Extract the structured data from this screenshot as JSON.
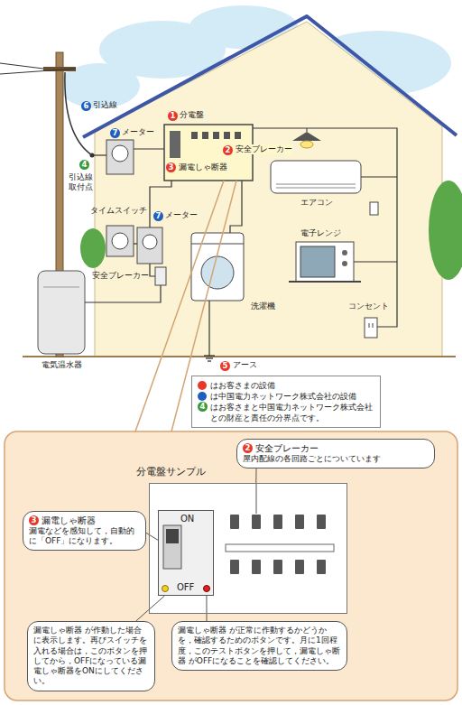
{
  "diagram": {
    "nodes": [
      {
        "text": [
          "分電盤サンプル"
        ]
      },
      {
        "text": [
          "ON",
          "OFF"
        ],
        "in": 0
      },
      {
        "text": [
          "2",
          "安全ブレーカー",
          "屋内配線の各回路ごとについています"
        ]
      },
      {
        "text": [
          "3",
          "漏電しゃ断器",
          "漏電などを感知して，自動的に「OFF」になります。"
        ]
      },
      {
        "text": [
          "漏電しゃ断器 が作動した場合に表示します。再びスイッチを入れる場合は，このボタンを押してから，OFFになっている漏電しゃ断器をONにしてください。"
        ]
      },
      {
        "text": [
          "漏電しゃ断器 が正常に作動するかどうかを，確認するためのボタンです。月に1回程度，このテストボタンを押して，漏電しゃ断器 がOFFになることを確認してください。"
        ]
      }
    ],
    "edges": [
      {
        "from": 2,
        "to": 0,
        "arrow": "none"
      },
      {
        "from": 3,
        "to": 1,
        "arrow": "none"
      },
      {
        "from": 4,
        "to": 1,
        "arrow": "none"
      },
      {
        "from": 5,
        "to": 1,
        "arrow": "none"
      }
    ],
    "labels": [
      "1",
      "分電盤",
      "6",
      "引込線",
      "7",
      "メーター",
      "4",
      "引込線取付点",
      "3",
      "漏電しゃ断器",
      "2",
      "安全ブレーカー",
      "タイムスイッチ",
      "7",
      "メーター",
      "安全ブレーカー",
      "エアコン",
      "電子レンジ",
      "洗濯機",
      "コンセント",
      "電気温水器",
      "5",
      "アース",
      "4"
    ],
    "legend": [
      {
        "text": "はお客さまの設備",
        "color": "#e8382c"
      },
      {
        "text": "は中国電力ネットワーク株式会社の設備",
        "color": "#1f5fbf"
      },
      {
        "text": "はお客さまと中国電力ネットワーク株式会社との財産と責任の分界点です。"
      }
    ]
  }
}
